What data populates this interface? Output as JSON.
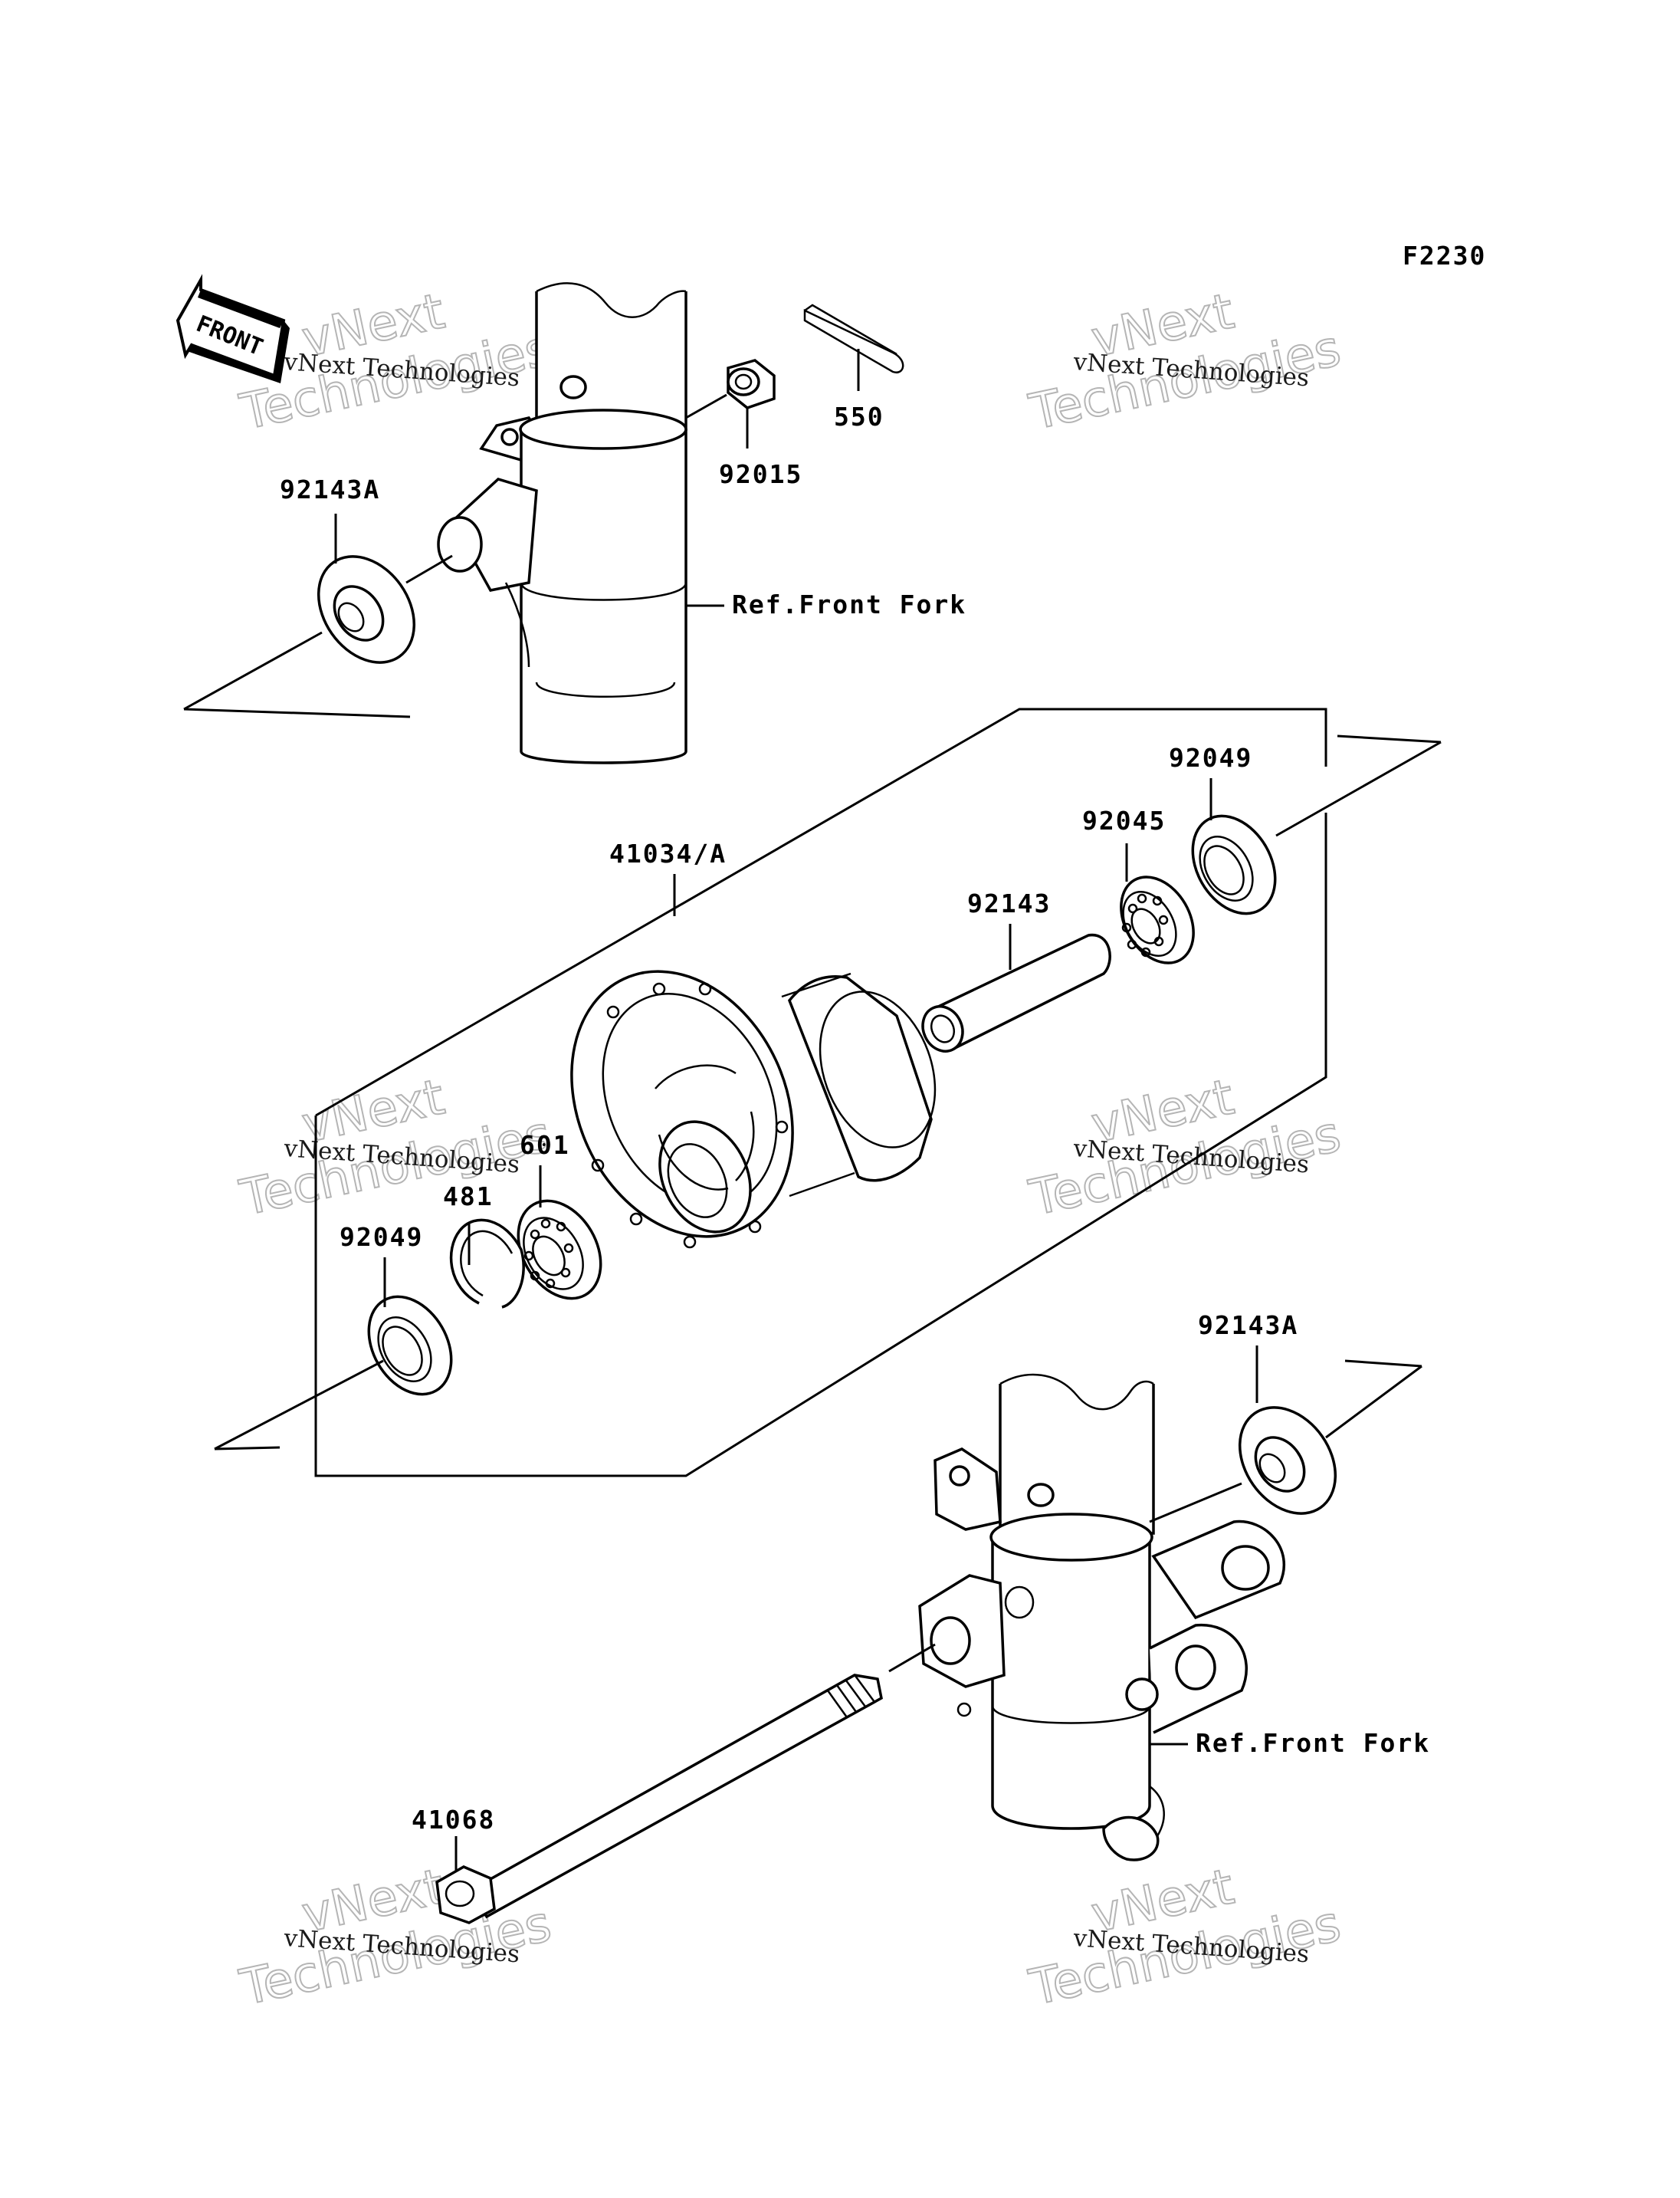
{
  "diagram": {
    "figure_code": "F2230",
    "front_arrow_label": "FRONT",
    "watermarks": {
      "big_line1": "vNext",
      "big_line2": "Technologies",
      "small": "vNext Technologies"
    },
    "labels": {
      "p92143A_top": "92143A",
      "p92015": "92015",
      "p550": "550",
      "ref_front_fork_top": "Ref.Front Fork",
      "p41034A": "41034/A",
      "p92049_right": "92049",
      "p92045": "92045",
      "p92143": "92143",
      "p601": "601",
      "p481": "481",
      "p92049_left": "92049",
      "p92143A_bottom": "92143A",
      "ref_front_fork_bottom": "Ref.Front Fork",
      "p41068": "41068"
    }
  }
}
